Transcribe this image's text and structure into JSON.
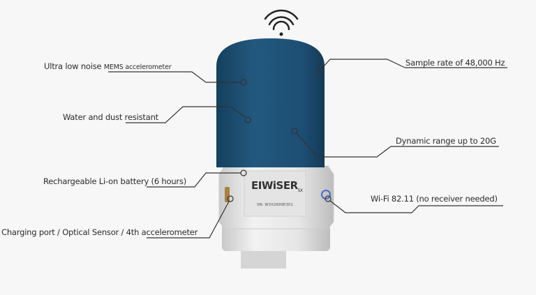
{
  "callouts": {
    "ultra_low_noise": "Ultra low noise",
    "mems": "MEMS accelerometer",
    "water": "Water and dust resistant",
    "sample_rate": "Sample rate of 48,000 Hz",
    "dynamic_range": "Dynamic range up to 20G",
    "battery": "Rechargeable Li-on battery (6 hours)",
    "wifi": "Wi-Fi 82.11 (no receiver needed)",
    "charging": "Charging port / Optical Sensor / 4th accelerometer"
  },
  "device": {
    "logo": "EIWiSER",
    "logo_suffix": "SX",
    "serial": "SN: W3X2699E301",
    "cap_color": "#1f5378"
  },
  "icons": {
    "top": "wifi-icon"
  }
}
